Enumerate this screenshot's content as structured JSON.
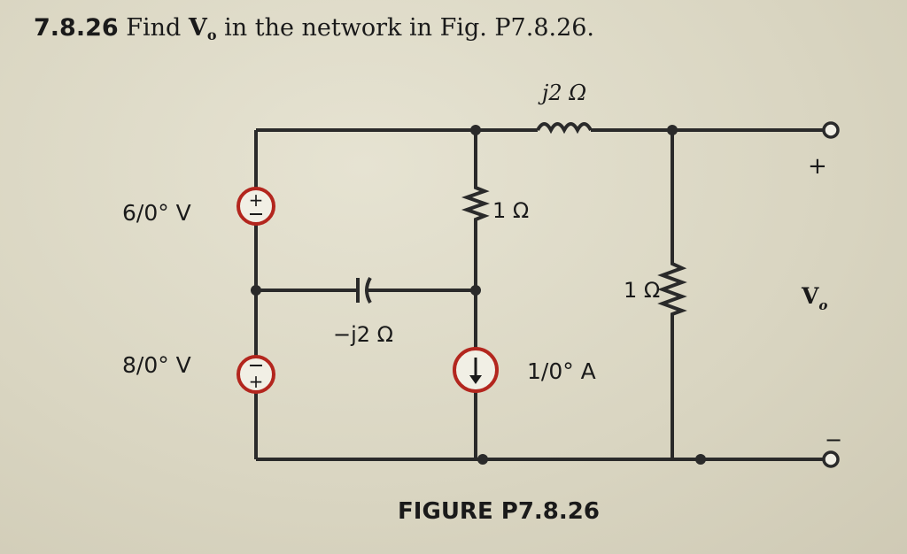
{
  "problem": {
    "number": "7.8.26",
    "text_before": "Find",
    "var_main": "V",
    "var_sub": "o",
    "text_after": "in the network in Fig. P7.8.26."
  },
  "components": {
    "inductor": "j2 Ω",
    "resistor_mid": "1 Ω",
    "resistor_right": "1 Ω",
    "capacitor": "−j2 Ω",
    "source_top": "6/0° V",
    "source_bottom": "8/0° V",
    "current_source": "1/0° A"
  },
  "output": {
    "plus": "+",
    "minus": "−",
    "label_main": "V",
    "label_sub": "o"
  },
  "caption": "FIGURE P7.8.26",
  "colors": {
    "source_ring": "#b3261e",
    "wire": "#2a2a2a"
  }
}
